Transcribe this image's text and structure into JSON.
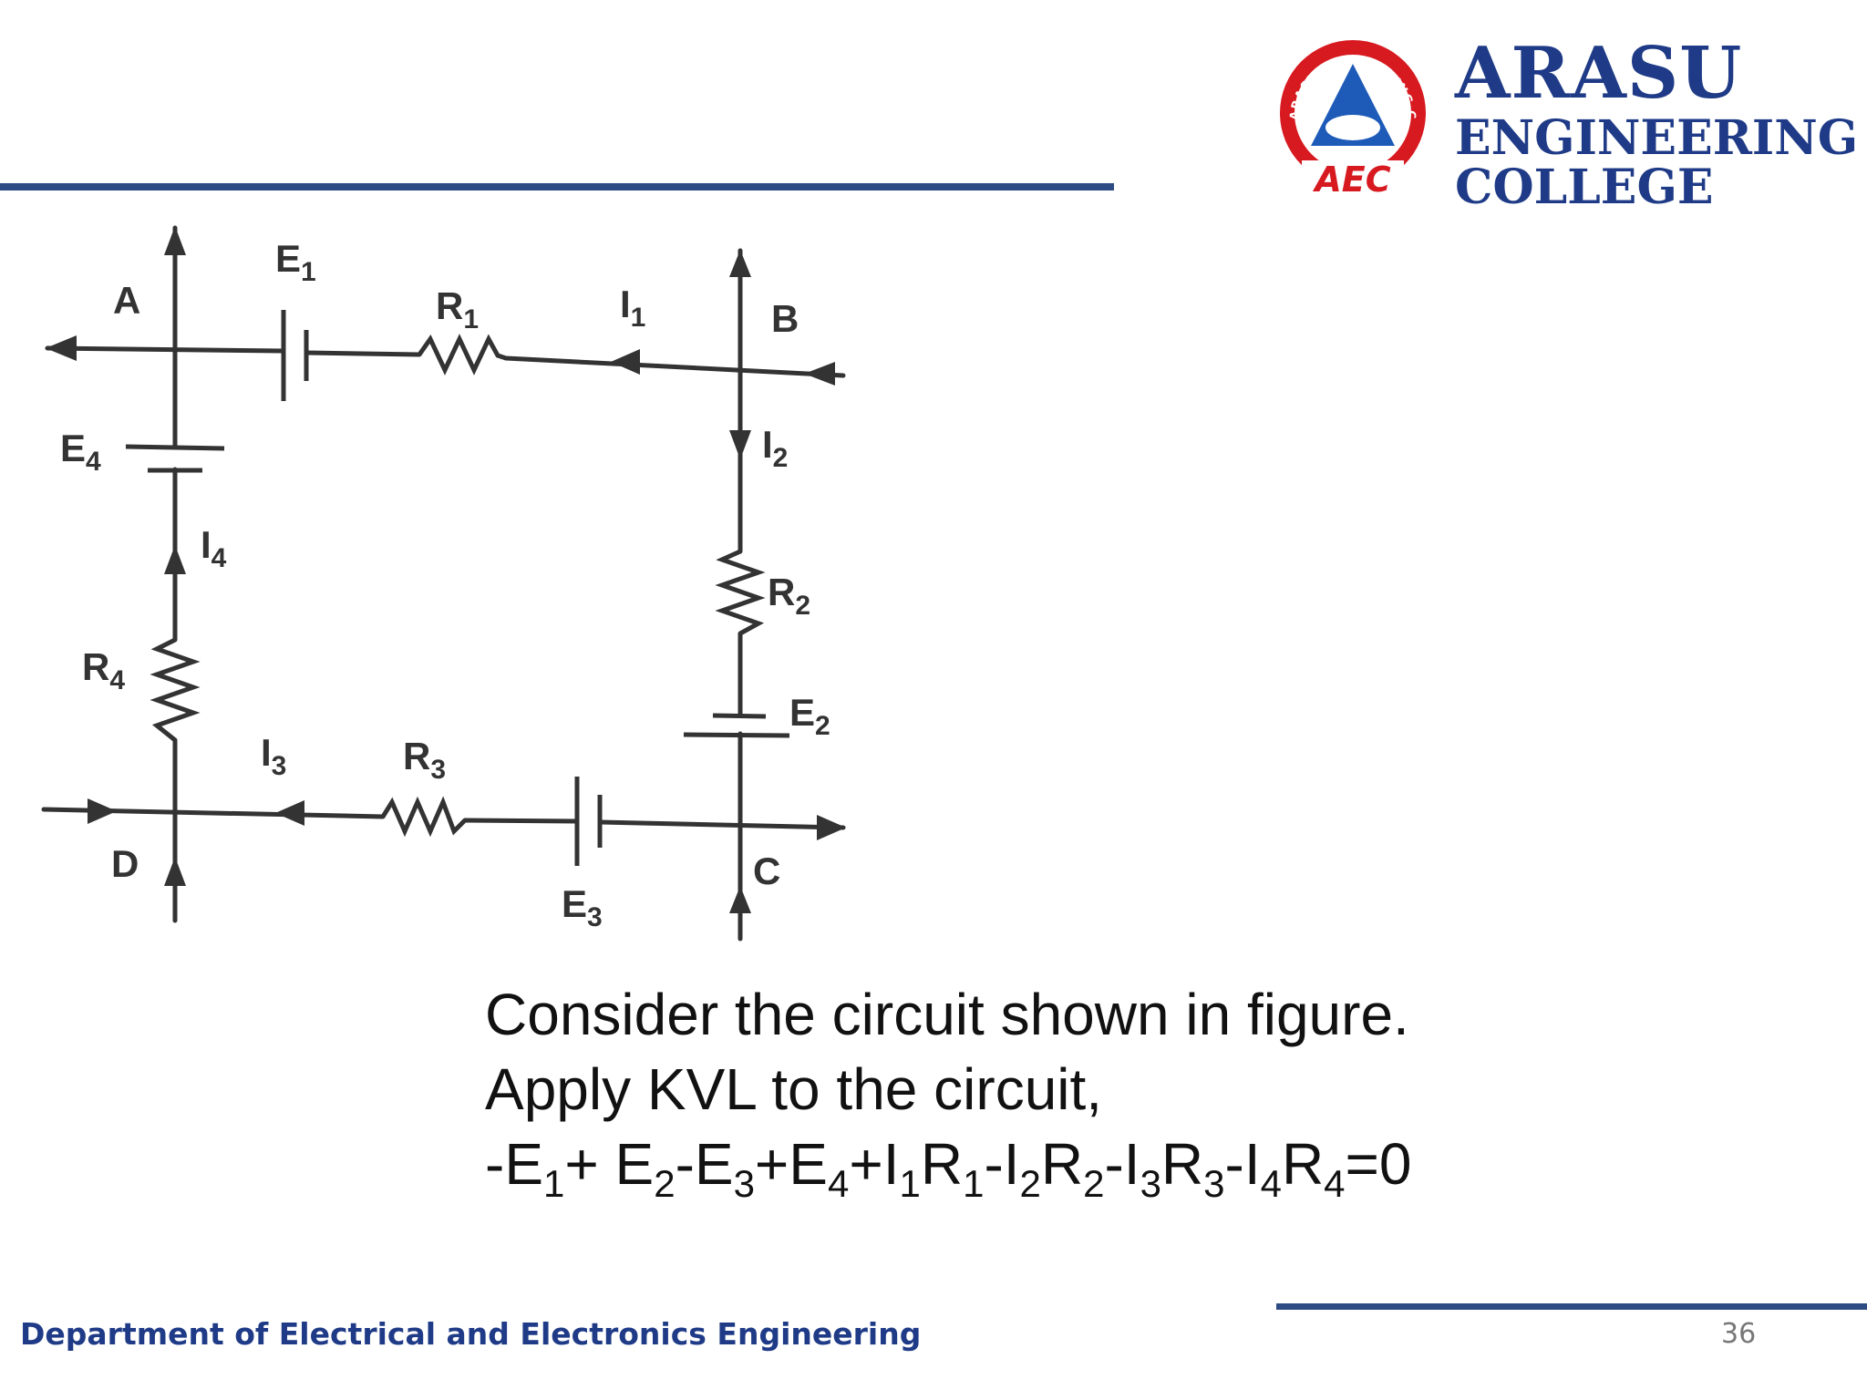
{
  "header": {
    "logo_ring_text": "ARASU ENGINEERING COLLEGE",
    "logo_initials": "AEC",
    "brand_line1": "ARASU",
    "brand_line2": "ENGINEERING",
    "brand_line3": "COLLEGE"
  },
  "circuit": {
    "nodes": [
      "A",
      "B",
      "C",
      "D"
    ],
    "labels": {
      "E1": {
        "base": "E",
        "sub": "1"
      },
      "E2": {
        "base": "E",
        "sub": "2"
      },
      "E3": {
        "base": "E",
        "sub": "3"
      },
      "E4": {
        "base": "E",
        "sub": "4"
      },
      "R1": {
        "base": "R",
        "sub": "1"
      },
      "R2": {
        "base": "R",
        "sub": "2"
      },
      "R3": {
        "base": "R",
        "sub": "3"
      },
      "R4": {
        "base": "R",
        "sub": "4"
      },
      "I1": {
        "base": "I",
        "sub": "1"
      },
      "I2": {
        "base": "I",
        "sub": "2"
      },
      "I3": {
        "base": "I",
        "sub": "3"
      },
      "I4": {
        "base": "I",
        "sub": "4"
      }
    }
  },
  "content": {
    "line1": "Consider the circuit shown in figure.",
    "line2": "Apply KVL to the circuit,",
    "equation": [
      {
        "t": "-E"
      },
      {
        "s": "1"
      },
      {
        "t": "+ E"
      },
      {
        "s": "2"
      },
      {
        "t": "-E"
      },
      {
        "s": "3"
      },
      {
        "t": "+E"
      },
      {
        "s": "4"
      },
      {
        "t": "+I"
      },
      {
        "s": "1"
      },
      {
        "t": "R"
      },
      {
        "s": "1"
      },
      {
        "t": "-I"
      },
      {
        "s": "2"
      },
      {
        "t": "R"
      },
      {
        "s": "2"
      },
      {
        "t": "-I"
      },
      {
        "s": "3"
      },
      {
        "t": "R"
      },
      {
        "s": "3"
      },
      {
        "t": "-I"
      },
      {
        "s": "4"
      },
      {
        "t": "R"
      },
      {
        "s": "4"
      },
      {
        "t": "=0"
      }
    ]
  },
  "footer": {
    "department": "Department of Electrical and Electronics Engineering",
    "page_number": "36"
  },
  "colors": {
    "brand_blue": "#1f3b87",
    "rule_blue": "#2e4b83",
    "logo_red": "#d71920",
    "logo_blue": "#1e5bb8"
  }
}
